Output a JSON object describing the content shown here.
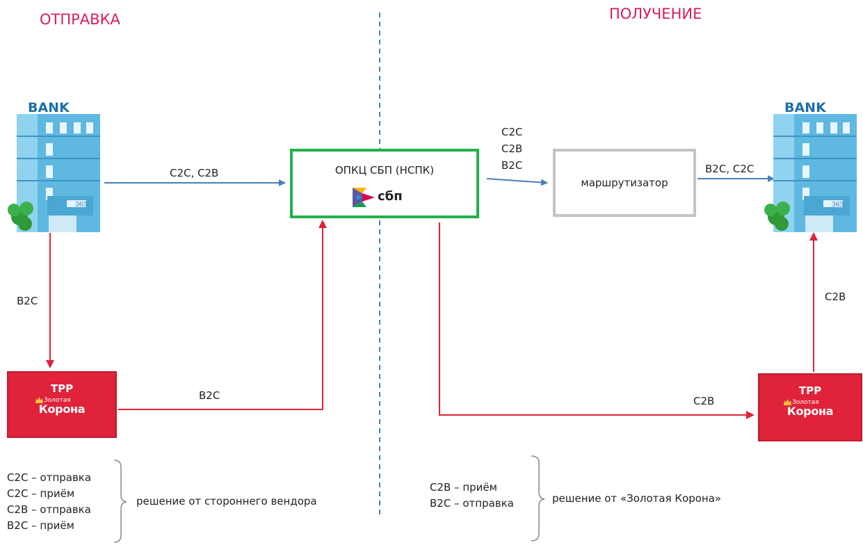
{
  "headings": {
    "left": "ОТПРАВКА",
    "right": "ПОЛУЧЕНИЕ"
  },
  "bank": {
    "sign": "BANK",
    "door_number": "365"
  },
  "opkc": {
    "title": "ОПКЦ СБП (НСПК)",
    "logo_text": "сбп"
  },
  "router": {
    "label": "маршрутизатор"
  },
  "tpp": {
    "title": "ТРР",
    "logo_line1": "Золотая",
    "logo_line2": "Корона"
  },
  "edges": {
    "bank_to_opkc": "C2C, C2B",
    "bank_to_tpp": "B2C",
    "tpp_to_opkc": "B2C",
    "opkc_to_router": [
      "C2C",
      "C2B",
      "B2C"
    ],
    "router_to_bank": "B2C, C2C",
    "opkc_to_tpp": "C2B",
    "tpp_to_bank": "C2B"
  },
  "left_notes": {
    "items": [
      "C2C – отправка",
      "C2C – приём",
      "C2B – отправка",
      "B2C – приём"
    ],
    "solution": "решение от стороннего вендора"
  },
  "right_notes": {
    "items": [
      "C2B – приём",
      "B2C – отправка"
    ],
    "solution": "решение от «Золотая Корона»"
  },
  "colors": {
    "heading": "#d91e5b",
    "blue_arrow": "#4a7ebb",
    "red_arrow": "#e0223a",
    "opkc_border": "#1fb24a",
    "router_border": "#c4c4c4",
    "divider": "#4a7ebb"
  }
}
